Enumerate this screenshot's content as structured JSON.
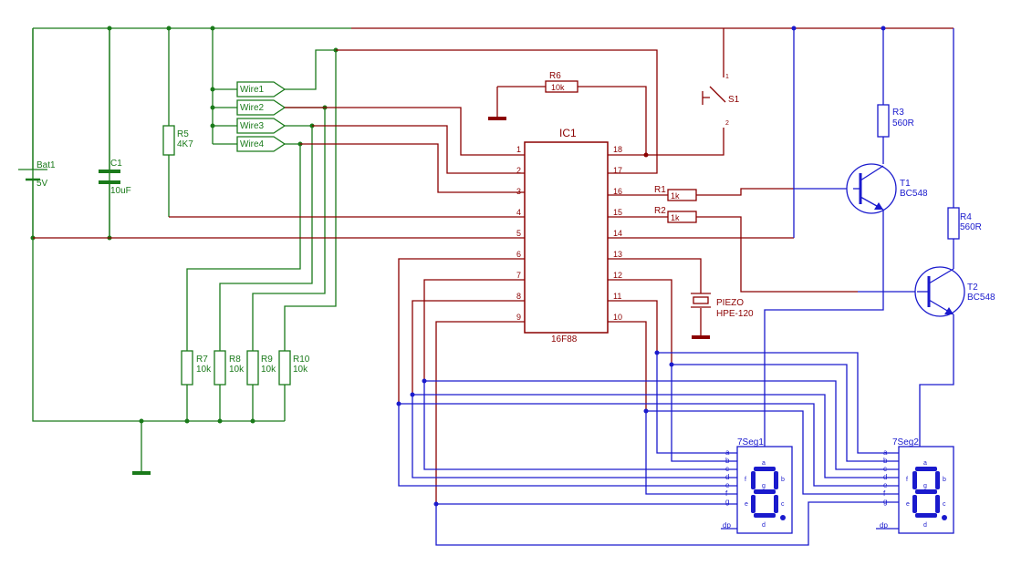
{
  "ic": {
    "name": "IC1",
    "part": "16F88",
    "left_pins": [
      "1",
      "2",
      "3",
      "4",
      "5",
      "6",
      "7",
      "8",
      "9"
    ],
    "right_pins": [
      "18",
      "17",
      "16",
      "15",
      "14",
      "13",
      "12",
      "11",
      "10"
    ]
  },
  "battery": {
    "name": "Bat1",
    "value": "5V"
  },
  "cap": {
    "name": "C1",
    "value": "10uF"
  },
  "r5": {
    "name": "R5",
    "value": "4K7"
  },
  "r6": {
    "name": "R6",
    "value": "10k"
  },
  "r1": {
    "name": "R1",
    "value": "1k"
  },
  "r2": {
    "name": "R2",
    "value": "1k"
  },
  "r3": {
    "name": "R3",
    "value": "560R"
  },
  "r4": {
    "name": "R4",
    "value": "560R"
  },
  "r7": {
    "name": "R7",
    "value": "10k"
  },
  "r8": {
    "name": "R8",
    "value": "10k"
  },
  "r9": {
    "name": "R9",
    "value": "10k"
  },
  "r10": {
    "name": "R10",
    "value": "10k"
  },
  "switch": {
    "name": "S1",
    "pin1": "1",
    "pin2": "2"
  },
  "t1": {
    "name": "T1",
    "part": "BC548"
  },
  "t2": {
    "name": "T2",
    "part": "BC548"
  },
  "piezo": {
    "name": "PIEZO",
    "part": "HPE-120"
  },
  "wires": [
    "Wire1",
    "Wire2",
    "Wire3",
    "Wire4"
  ],
  "seg1": {
    "name": "7Seg1"
  },
  "seg2": {
    "name": "7Seg2"
  },
  "seg_pins": [
    "a",
    "b",
    "c",
    "d",
    "e",
    "f",
    "g"
  ],
  "seg_dp": "dp",
  "seg_inner": [
    "a",
    "b",
    "c",
    "d",
    "e",
    "f",
    "g"
  ]
}
